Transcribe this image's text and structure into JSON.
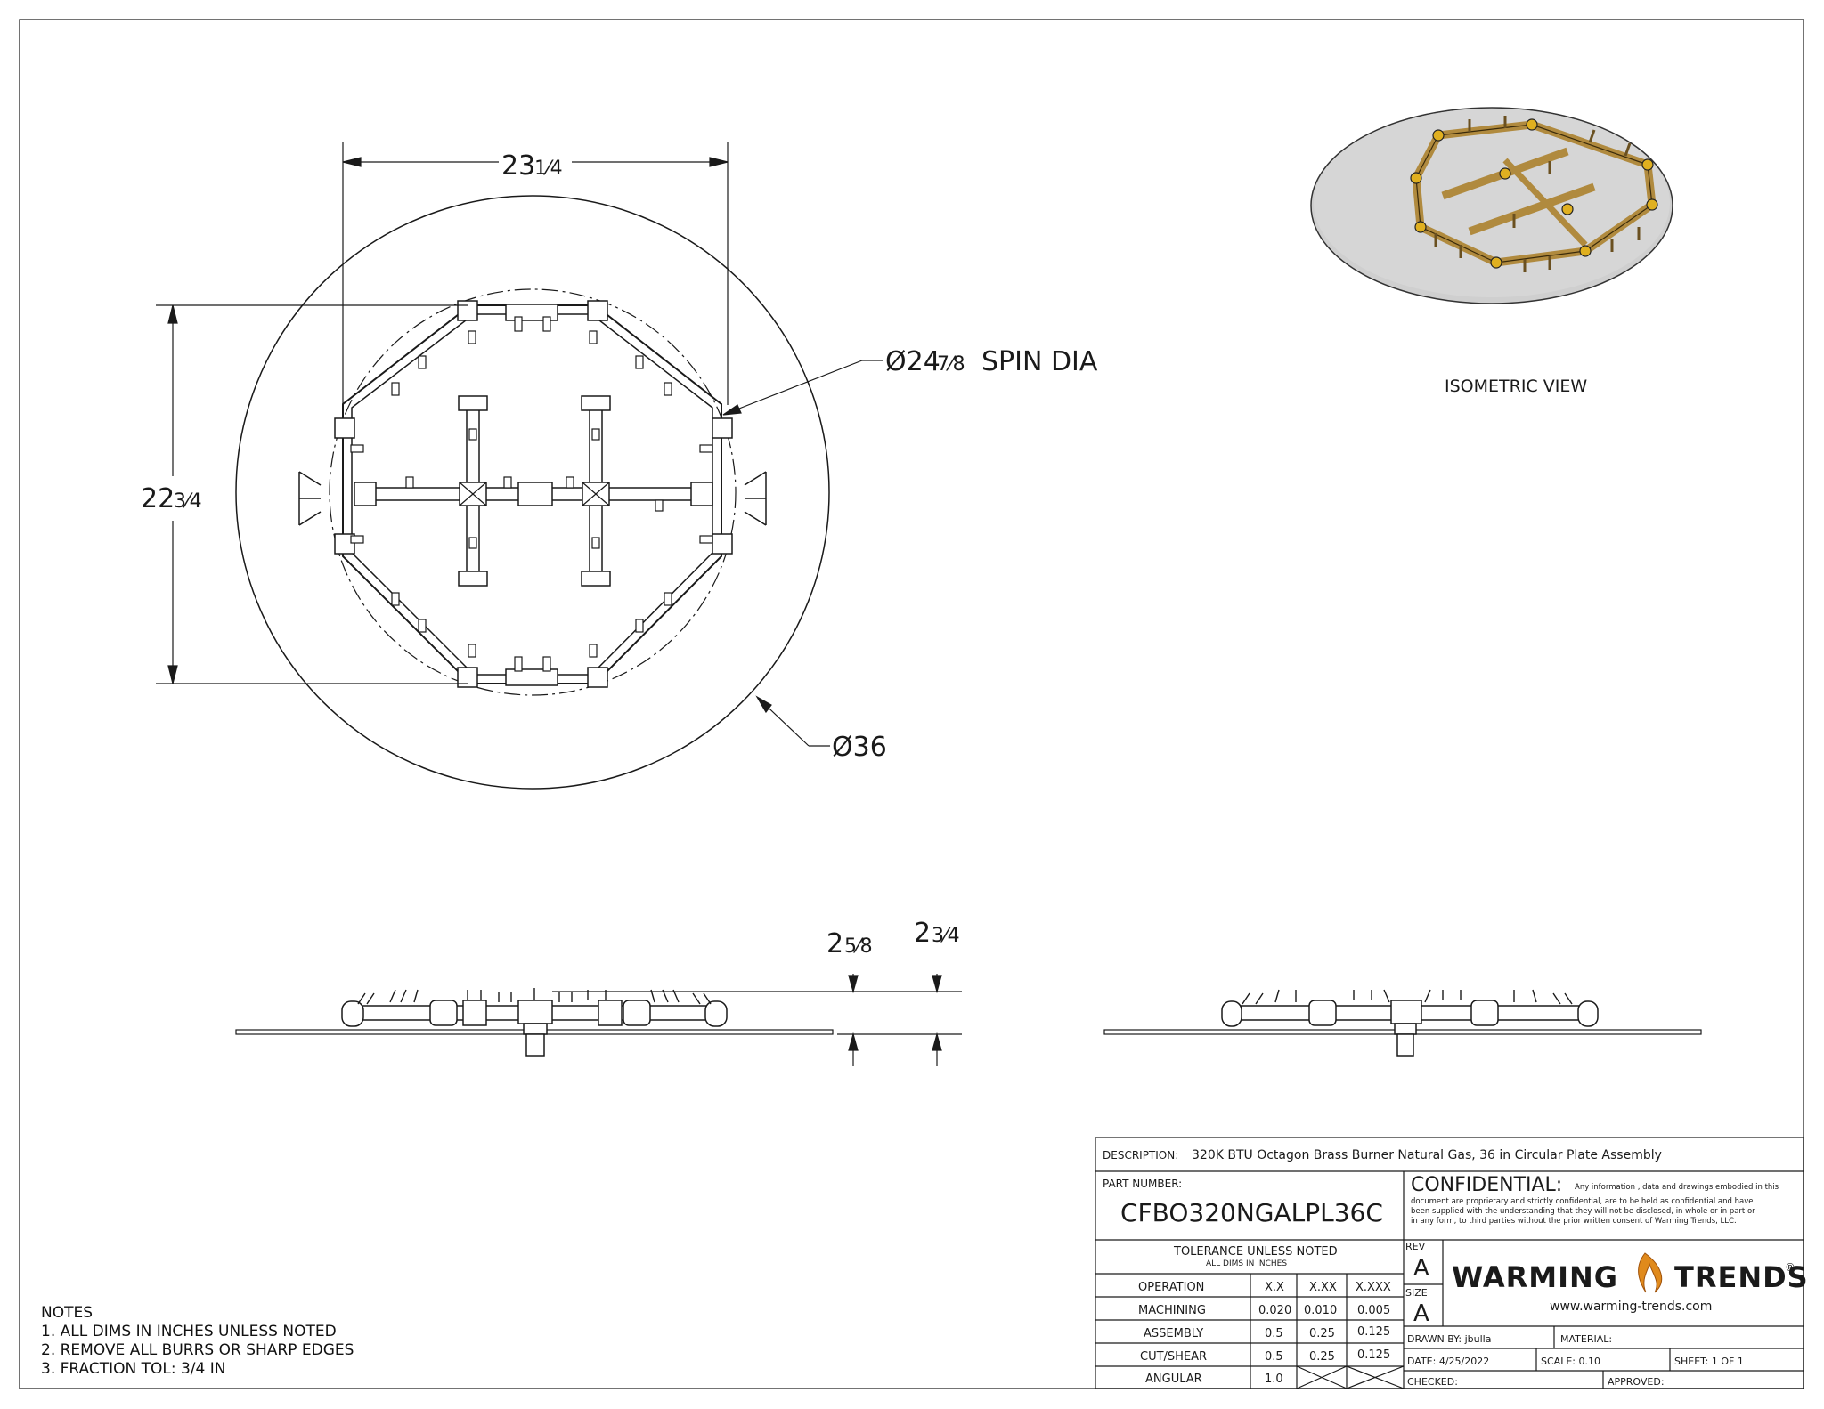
{
  "dimensions": {
    "width_whole": "23",
    "width_frac": "1⁄4",
    "height_whole": "22",
    "height_frac": "3⁄4",
    "spin_dia_whole": "Ø24",
    "spin_dia_frac": "7⁄8",
    "spin_dia_suffix": "SPIN DIA",
    "plate_dia": "Ø36",
    "height_a_whole": "2",
    "height_a_frac": "5⁄8",
    "height_b_whole": "2",
    "height_b_frac": "3⁄4"
  },
  "isometric_label": "ISOMETRIC VIEW",
  "notes": {
    "title": "NOTES",
    "items": [
      "1. ALL DIMS IN INCHES UNLESS NOTED",
      "2. REMOVE ALL BURRS OR SHARP EDGES",
      "3. FRACTION TOL: 3/4 IN"
    ]
  },
  "title_block": {
    "description_label": "DESCRIPTION:",
    "description": "320K BTU Octagon Brass Burner Natural Gas, 36 in Circular Plate Assembly",
    "part_number_label": "PART NUMBER:",
    "part_number": "CFBO320NGALPL36C",
    "confidential_title": "CONFIDENTIAL:",
    "confidential_lines": [
      "Any information , data and drawings embodied in this",
      "document are proprietary and strictly confidential, are to be held as confidential and have",
      "been supplied with the understanding that they will not be disclosed, in whole or in part or",
      "in any form, to third parties without the prior written consent of Warming Trends, LLC."
    ],
    "tolerance_title": "TOLERANCE UNLESS NOTED",
    "tolerance_sub": "ALL DIMS IN INCHES",
    "tolerance_header": [
      "OPERATION",
      "X.X",
      "X.XX",
      "X.XXX"
    ],
    "tolerance_rows": [
      [
        "MACHINING",
        "0.020",
        "0.010",
        "0.005"
      ],
      [
        "ASSEMBLY",
        "0.5",
        "0.25",
        "0.125"
      ],
      [
        "CUT/SHEAR",
        "0.5",
        "0.25",
        "0.125"
      ],
      [
        "ANGULAR",
        "1.0",
        "",
        ""
      ]
    ],
    "rev_label": "REV",
    "rev": "A",
    "size_label": "SIZE",
    "size": "A",
    "logo_text_left": "WARMING",
    "logo_text_right": "TRENDS",
    "logo_registered": "®",
    "website": "www.warming-trends.com",
    "drawn_by": "DRAWN BY: jbulla",
    "material": "MATERIAL:",
    "date": "DATE:  4/25/2022",
    "scale": "SCALE: 0.10",
    "sheet": "SHEET: 1   OF   1",
    "checked": "CHECKED:",
    "approved": "APPROVED:"
  },
  "colors": {
    "line": "#1a1a1a",
    "plate_gray": "#c9c9c9",
    "brass": "#b08a3e",
    "brass_dark": "#5a4518",
    "logo_flame": "#e08a1c"
  }
}
